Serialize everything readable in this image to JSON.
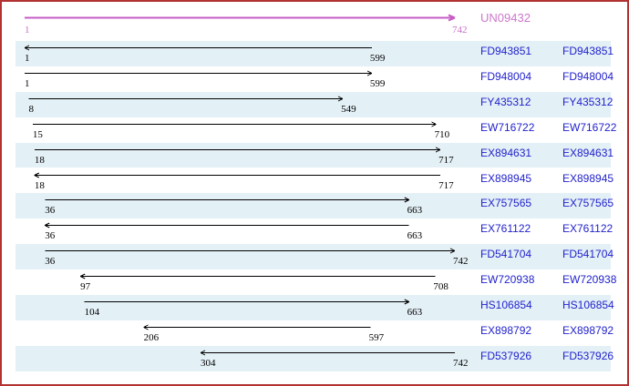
{
  "reference": {
    "id": "UN09432",
    "start": 1,
    "end": 742,
    "direction": "right"
  },
  "alignments": [
    {
      "id": "FD943851",
      "start": 1,
      "end": 599,
      "direction": "left"
    },
    {
      "id": "FD948004",
      "start": 1,
      "end": 599,
      "direction": "right"
    },
    {
      "id": "FY435312",
      "start": 8,
      "end": 549,
      "direction": "right"
    },
    {
      "id": "EW716722",
      "start": 15,
      "end": 710,
      "direction": "right"
    },
    {
      "id": "EX894631",
      "start": 18,
      "end": 717,
      "direction": "right"
    },
    {
      "id": "EX898945",
      "start": 18,
      "end": 717,
      "direction": "left"
    },
    {
      "id": "EX757565",
      "start": 36,
      "end": 663,
      "direction": "right"
    },
    {
      "id": "EX761122",
      "start": 36,
      "end": 663,
      "direction": "left"
    },
    {
      "id": "FD541704",
      "start": 36,
      "end": 742,
      "direction": "right"
    },
    {
      "id": "EW720938",
      "start": 97,
      "end": 708,
      "direction": "left"
    },
    {
      "id": "HS106854",
      "start": 104,
      "end": 663,
      "direction": "right"
    },
    {
      "id": "EX898792",
      "start": 206,
      "end": 597,
      "direction": "left"
    },
    {
      "id": "FD537926",
      "start": 304,
      "end": 742,
      "direction": "left"
    }
  ],
  "colors": {
    "frame_border": "#b23232",
    "row_alt_bg": "#e3f0f6",
    "reference_arrow": "#c65ec6",
    "reference_text": "#c46fc4",
    "alignment_arrow": "#000000",
    "accession_text": "#2222cc"
  }
}
